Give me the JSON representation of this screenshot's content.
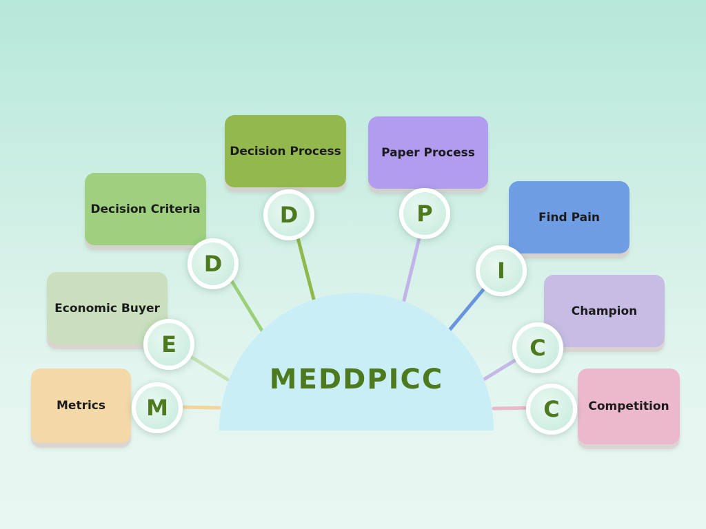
{
  "hub": {
    "title": "MEDDPICC"
  },
  "letter_color": "#4e7a1f",
  "items": [
    {
      "id": "metrics",
      "letter": "M",
      "label": "Metrics",
      "card_color": "#f4d9a8",
      "line_color": "#f2d49c"
    },
    {
      "id": "economic-buyer",
      "letter": "E",
      "label": "Economic Buyer",
      "card_color": "#c9dfbd",
      "line_color": "#c6e0b6"
    },
    {
      "id": "decision-criteria",
      "letter": "D",
      "label": "Decision Criteria",
      "card_color": "#9ed07f",
      "line_color": "#9ccf7a"
    },
    {
      "id": "decision-process",
      "letter": "D",
      "label": "Decision Process",
      "card_color": "#92b84e",
      "line_color": "#8fb84a"
    },
    {
      "id": "paper-process",
      "letter": "P",
      "label": "Paper Process",
      "card_color": "#b29cf0",
      "line_color": "#c1b3e8"
    },
    {
      "id": "find-pain",
      "letter": "I",
      "label": "Find Pain",
      "card_color": "#6f9de3",
      "line_color": "#6995df"
    },
    {
      "id": "champion",
      "letter": "C",
      "label": "Champion",
      "card_color": "#c7bce3",
      "line_color": "#c5b8e6"
    },
    {
      "id": "competition",
      "letter": "C",
      "label": "Competition",
      "card_color": "#ecb9cc",
      "line_color": "#eab7cb"
    }
  ]
}
